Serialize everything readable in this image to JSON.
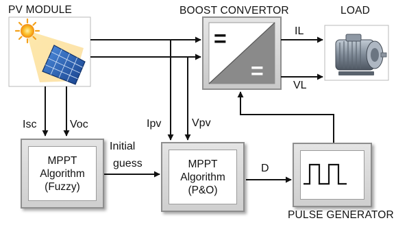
{
  "labels": {
    "pv_module": "PV MODULE",
    "boost_convertor": "BOOST CONVERTOR",
    "load": "LOAD",
    "pulse_generator": "PULSE GENERATOR"
  },
  "converter_symbols": {
    "top": "=",
    "bottom": "="
  },
  "signals": {
    "il": "IL",
    "vl": "VL",
    "isc": "Isc",
    "voc": "Voc",
    "ipv": "Ipv",
    "vpv": "Vpv",
    "initial_guess_line1": "Initial",
    "initial_guess_line2": "guess",
    "d": "D"
  },
  "blocks": {
    "fuzzy": {
      "line1": "MPPT",
      "line2": "Algorithm",
      "line3": "(Fuzzy)"
    },
    "po": {
      "line1": "MPPT",
      "line2": "Algorithm",
      "line3": "(P&O)"
    }
  },
  "colors": {
    "arrow": "#111111",
    "sun": "#f6a019",
    "panel": "#1f5fb8",
    "converter_fill": "#8a8a8a"
  }
}
